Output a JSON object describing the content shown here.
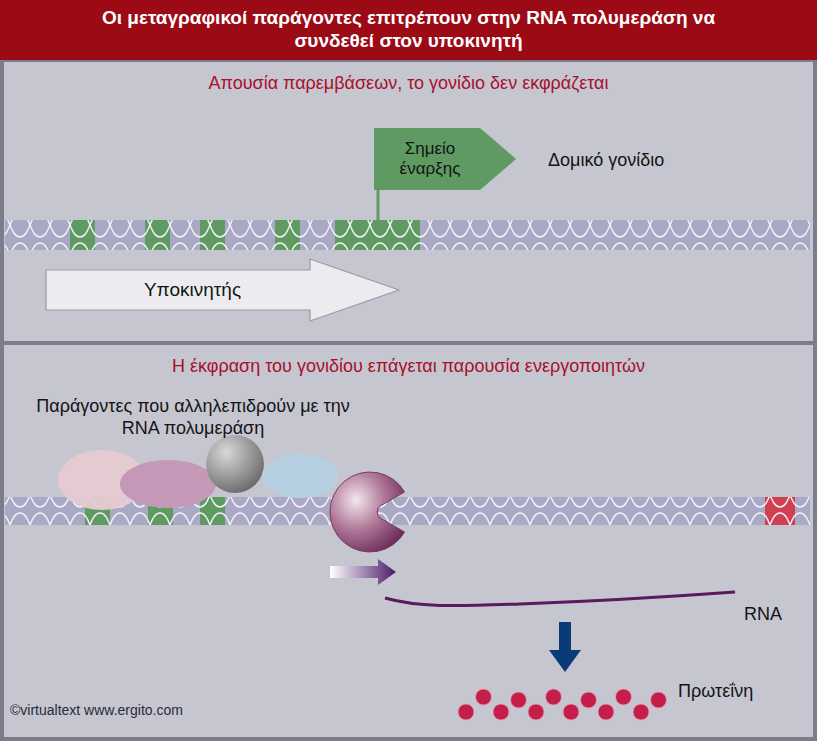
{
  "diagram": {
    "title": "Οι μεταγραφικοί παράγοντες επιτρέπουν στην RNA πολυμεράση να συνδεθεί στον υποκινητή",
    "nodes": [
      {
        "text": [
          "Απουσία παρεμβάσεων, το γονίδιο δεν εκφράζεται"
        ]
      },
      {
        "text": [
          "Σημείο έναρξης"
        ],
        "in": 0
      },
      {
        "text": [
          "Υποκινητής"
        ],
        "in": 0
      },
      {
        "text": [
          "Η έκφραση του γονιδίου επάγεται παρουσία ενεργοποιητών"
        ]
      }
    ],
    "labels": [
      "Δομικό γονίδιο",
      "Παράγοντες που αλληλεπιδρούν με την RNA πολυμεράση",
      "RNA",
      "Πρωτεΐνη",
      "©virtualtext www.ergito.com"
    ]
  }
}
